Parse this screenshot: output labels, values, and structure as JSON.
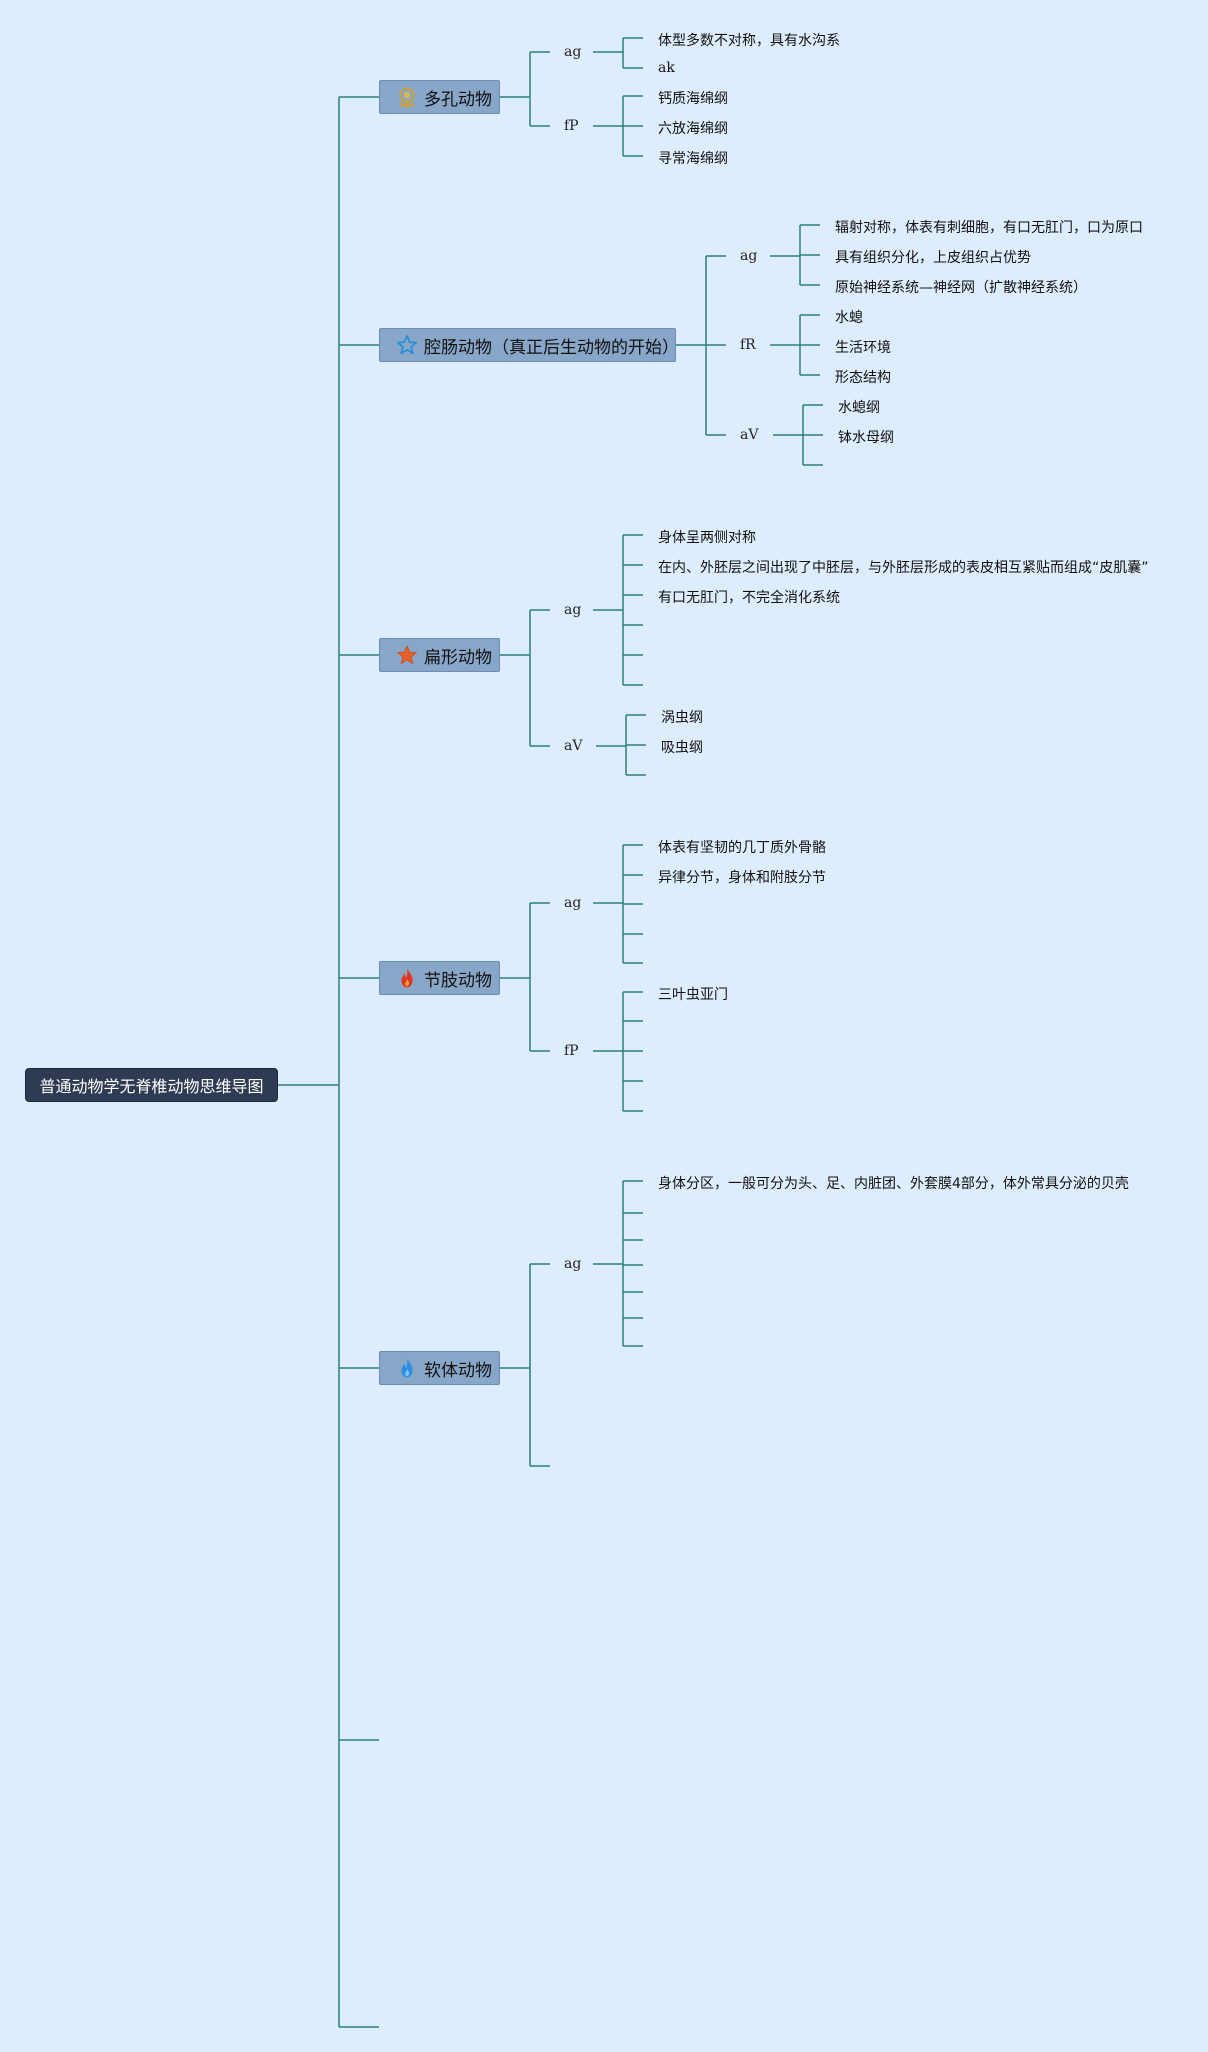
{
  "root": {
    "label": "普通动物学无脊椎动物思维导图"
  },
  "topics": [
    {
      "label": "多孔动物",
      "icon": "award-icon",
      "groups": [
        {
          "code": "ag",
          "leaves": [
            "体型多数不对称，具有水沟系",
            "ak"
          ]
        },
        {
          "code": "fP",
          "leaves": [
            "钙质海绵纲",
            "六放海绵纲",
            "寻常海绵纲"
          ]
        }
      ]
    },
    {
      "label": "腔肠动物（真正后生动物的开始）",
      "icon": "star-outline-icon",
      "groups": [
        {
          "code": "ag",
          "leaves": [
            "辐射对称，体表有刺细胞，有口无肛门，口为原口",
            "具有组织分化，上皮组织占优势",
            "原始神经系统—神经网（扩散神经系统）"
          ]
        },
        {
          "code": "fR",
          "leaves": [
            "水螅",
            "生活环境",
            "形态结构"
          ]
        },
        {
          "code": "aV",
          "leaves": [
            "水螅纲",
            "钵水母纲"
          ]
        }
      ]
    },
    {
      "label": "扁形动物",
      "icon": "star-filled-icon",
      "groups": [
        {
          "code": "ag",
          "leaves": [
            "身体呈两侧对称",
            "在内、外胚层之间出现了中胚层，与外胚层形成的表皮相互紧贴而组成“皮肌囊”",
            "有口无肛门，不完全消化系统"
          ]
        },
        {
          "code": "aV",
          "leaves": [
            "涡虫纲",
            "吸虫纲"
          ]
        }
      ]
    },
    {
      "label": "节肢动物",
      "icon": "fire-icon",
      "groups": [
        {
          "code": "ag",
          "leaves": [
            "体表有坚韧的几丁质外骨骼",
            "异律分节，身体和附肢分节"
          ]
        },
        {
          "code": "fP",
          "leaves": [
            "三叶虫亚门"
          ]
        }
      ]
    },
    {
      "label": "软体动物",
      "icon": "water-drop-icon",
      "groups": [
        {
          "code": "ag",
          "leaves": [
            "身体分区，一般可分为头、足、内脏团、外套膜4部分，体外常具分泌的贝壳"
          ]
        }
      ]
    }
  ],
  "colors": {
    "line": "#2d8077",
    "root": "#2e3b52",
    "topic": "#87a6c8",
    "background": "#deedfd"
  }
}
